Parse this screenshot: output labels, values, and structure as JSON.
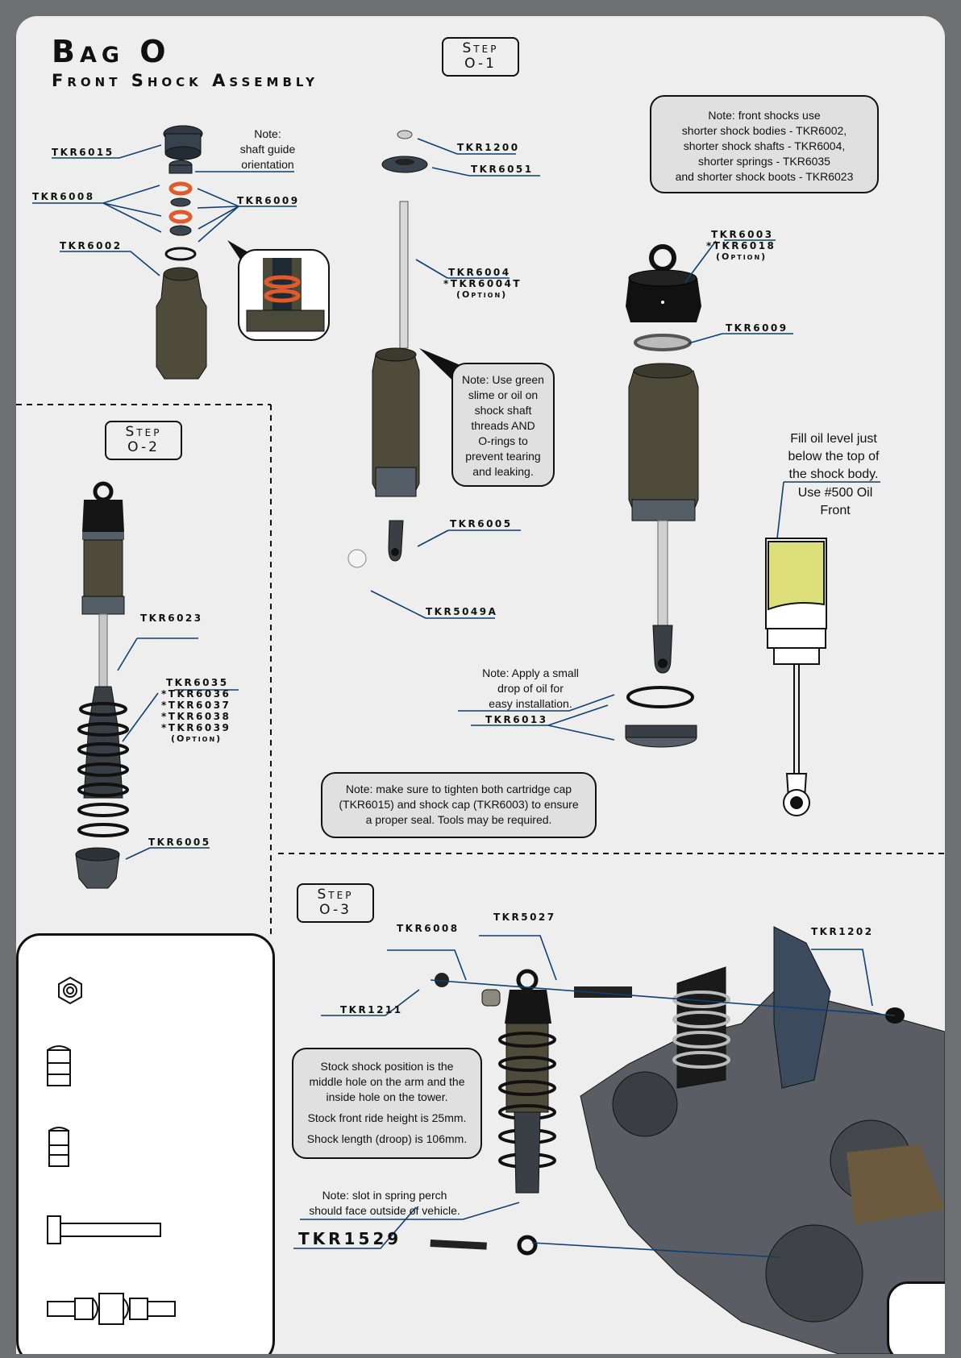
{
  "header": {
    "title": "Bag O",
    "subtitle": "Front Shock Assembly"
  },
  "steps": {
    "s1": {
      "word": "Step",
      "num": "O-1"
    },
    "s2": {
      "word": "Step",
      "num": "O-2"
    },
    "s3": {
      "word": "Step",
      "num": "O-3"
    }
  },
  "parts": {
    "p6015": "TKR6015",
    "p6008": "TKR6008",
    "p6009a": "TKR6009",
    "p6002": "TKR6002",
    "p1200": "TKR1200",
    "p6051": "TKR6051",
    "p6004": "TKR6004",
    "p6004t": "*TKR6004T",
    "opt1": "(Option)",
    "p6003": "TKR6003",
    "p6018": "*TKR6018",
    "opt2": "(Option)",
    "p6009b": "TKR6009",
    "p6005a": "TKR6005",
    "p5049a": "TKR5049A",
    "p6013": "TKR6013",
    "p6023": "TKR6023",
    "p6035": "TKR6035",
    "p6036": "*TKR6036",
    "p6037": "*TKR6037",
    "p6038": "*TKR6038",
    "p6039": "*TKR6039",
    "opt3": "(Option)",
    "p6005b": "TKR6005",
    "p6008b": "TKR6008",
    "p5027": "TKR5027",
    "p1202": "TKR1202",
    "p1211": "TKR1211",
    "p1529": "TKR1529"
  },
  "notes": {
    "shaft_guide": [
      "Note:",
      "shaft guide",
      "orientation"
    ],
    "front_shocks": [
      "Note: front shocks use",
      "shorter shock bodies - TKR6002,",
      "shorter shock shafts - TKR6004,",
      "shorter springs - TKR6035",
      "and shorter shock boots - TKR6023"
    ],
    "green_slime": [
      "Note: Use green",
      "slime or oil on",
      "shock shaft",
      "threads AND",
      "O-rings to",
      "prevent tearing",
      "and leaking."
    ],
    "fill_oil": [
      "Fill oil level just",
      "below the top of",
      "the shock body."
    ],
    "use_oil": [
      "Use #500 Oil",
      "Front"
    ],
    "apply_oil": [
      "Note: Apply a small",
      "drop of oil for",
      "easy installation."
    ],
    "tighten": [
      "Note: make sure to tighten both cartridge cap",
      "(TKR6015) and shock cap (TKR6003) to ensure",
      "a proper seal. Tools may be required."
    ],
    "stock_pos": [
      "Stock shock position is the",
      "middle hole on the arm and the",
      "inside hole on the tower."
    ],
    "ride_height": "Stock front ride height is 25mm.",
    "shock_length": "Shock length (droop) is 106mm.",
    "perch": [
      "Note: slot in spring perch",
      "should face outside of vehicle."
    ]
  },
  "colors": {
    "leader": "#0d3f73",
    "oring": "#e05a2b",
    "body": "#4e4b3a",
    "oil": "#dde07a"
  },
  "legend_icons": [
    "nut-top-icon",
    "locknut-side-icon",
    "flanged-nut-icon",
    "screw-icon",
    "shock-pivot-pin-icon"
  ]
}
